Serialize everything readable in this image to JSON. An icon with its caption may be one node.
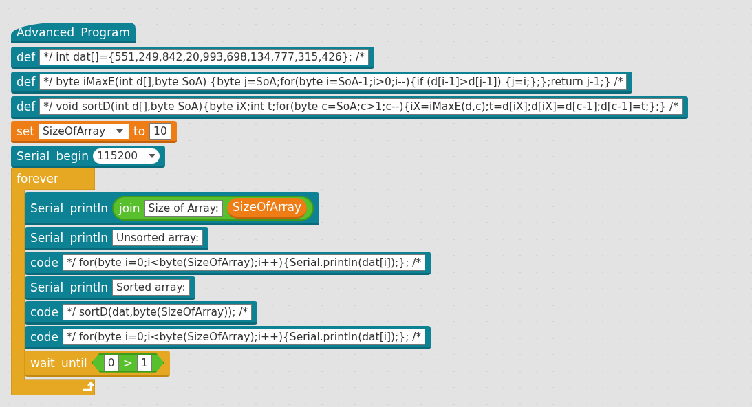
{
  "diagram": {
    "nodes": [
      {
        "text": [
          "Advanced Program"
        ]
      },
      {
        "text": [
          "def",
          "*/ int dat[]={551,249,842,20,993,698,134,777,315,426}; /*"
        ]
      },
      {
        "text": [
          "def",
          "*/ byte iMaxE(int d[],byte SoA) {byte j=SoA;for(byte i=SoA-1;i>0;i--){if (d[i-1]>d[j-1]) {j=i;};};return j-1;} /*"
        ]
      },
      {
        "text": [
          "def",
          "*/ void sortD(int d[],byte SoA){byte iX;int t;for(byte c=SoA;c>1;c--){iX=iMaxE(d,c);t=d[iX];d[iX]=d[c-1];d[c-1]=t;};} /*"
        ]
      },
      {
        "text": [
          "set",
          "SizeOfArray",
          "to",
          "10"
        ]
      },
      {
        "text": [
          "Serial begin",
          "115200"
        ]
      },
      {
        "text": [
          "forever"
        ]
      },
      {
        "text": [
          "Serial println"
        ]
      },
      {
        "text": [
          "join",
          "Size of Array:"
        ],
        "in": 7
      },
      {
        "text": [
          "SizeOfArray"
        ],
        "in": 8
      },
      {
        "text": [
          "Serial println",
          "Unsorted array:"
        ]
      },
      {
        "text": [
          "code",
          "*/ for(byte i=0;i<byte(SizeOfArray);i++){Serial.println(dat[i]);}; /*"
        ]
      },
      {
        "text": [
          "Serial println",
          "Sorted array:"
        ]
      },
      {
        "text": [
          "code",
          "*/ sortD(dat,byte(SizeOfArray)); /*"
        ]
      },
      {
        "text": [
          "code",
          "*/ for(byte i=0;i<byte(SizeOfArray);i++){Serial.println(dat[i]);}; /*"
        ]
      },
      {
        "text": [
          "wait until"
        ]
      },
      {
        "text": [
          "0",
          ">",
          "1"
        ],
        "in": 15
      }
    ]
  }
}
